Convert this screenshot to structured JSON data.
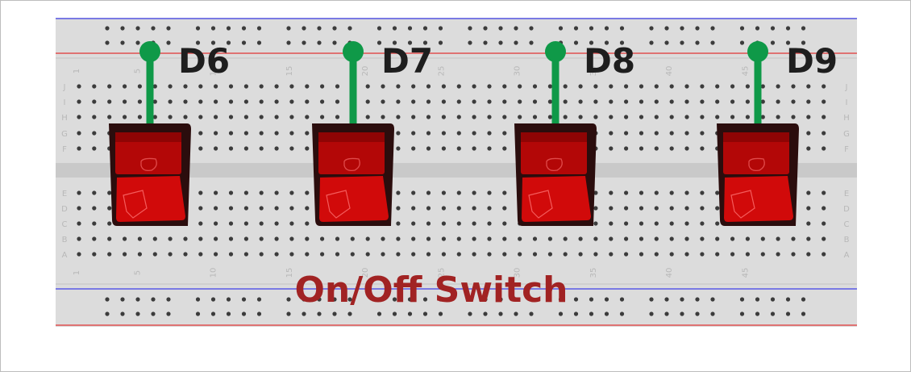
{
  "breadboard": {
    "title": "On/Off Switch",
    "row_letters_top": [
      "J",
      "I",
      "H",
      "G",
      "F"
    ],
    "row_letters_bottom": [
      "E",
      "D",
      "C",
      "B",
      "A"
    ],
    "column_numbers": [
      "1",
      "5",
      "10",
      "15",
      "20",
      "25",
      "30",
      "35",
      "40",
      "45"
    ]
  },
  "switches": [
    {
      "id": "sw1",
      "pin": "D6"
    },
    {
      "id": "sw2",
      "pin": "D7"
    },
    {
      "id": "sw3",
      "pin": "D8"
    },
    {
      "id": "sw4",
      "pin": "D9"
    }
  ],
  "colors": {
    "board": "#dcdcdc",
    "hole": "#3c3c3c",
    "rail_blue": "#5a5ae6",
    "rail_red": "#e05050",
    "wire": "#0f9948",
    "switch_red": "#d10a0a",
    "switch_dark": "#2b0d0d",
    "title": "#a12323"
  }
}
